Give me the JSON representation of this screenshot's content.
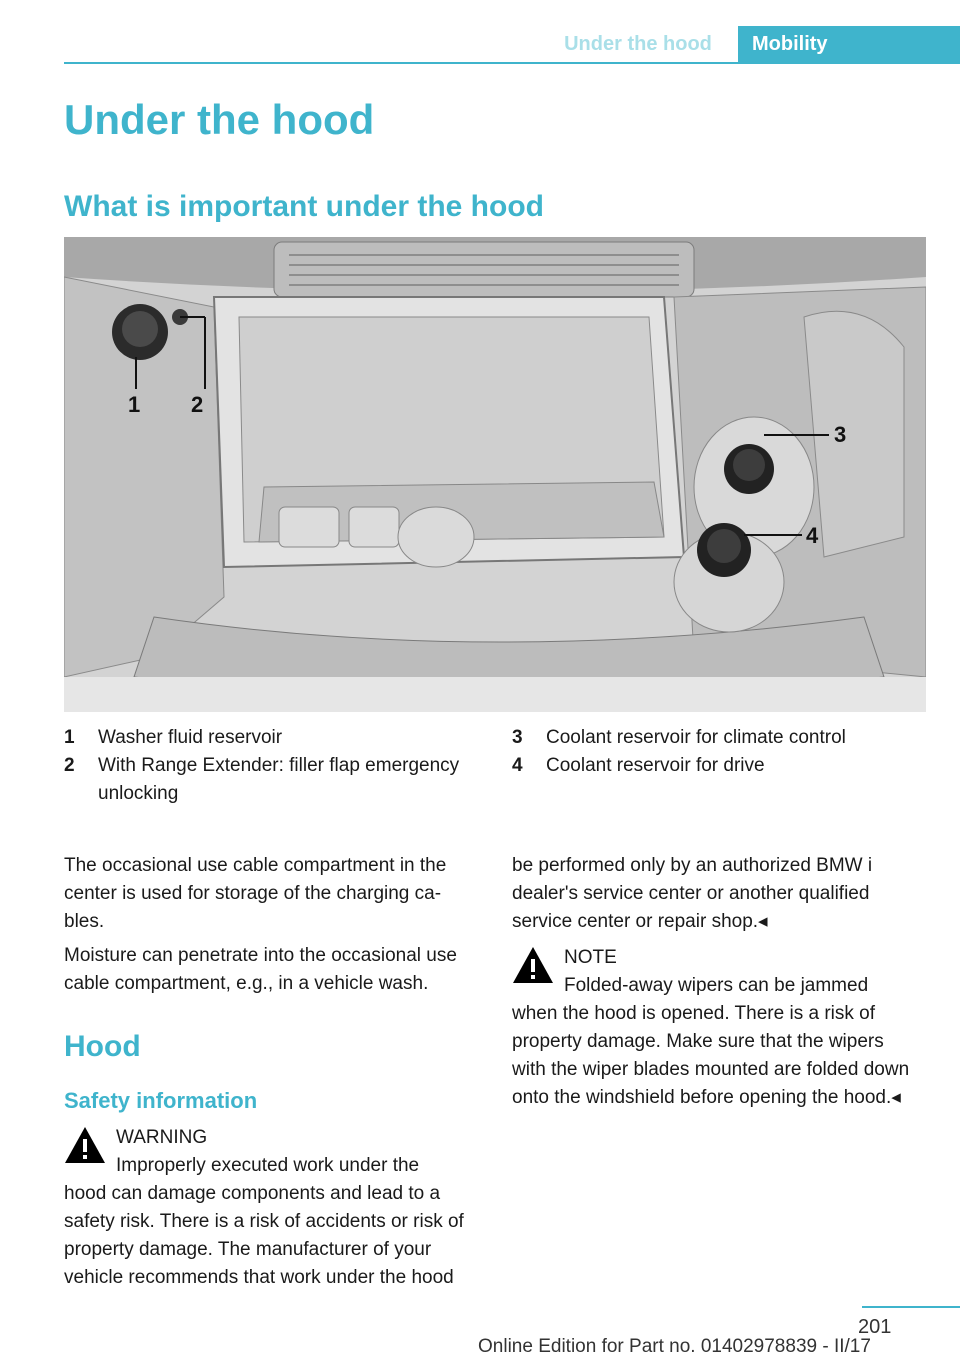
{
  "header": {
    "section_tab": "Under the hood",
    "chapter_tab": "Mobility"
  },
  "title": "Under the hood",
  "subtitle": "What is important under the hood",
  "figure": {
    "callouts": [
      "1",
      "2",
      "3",
      "4"
    ]
  },
  "legend": [
    {
      "num": "1",
      "text": "Washer fluid reservoir"
    },
    {
      "num": "2",
      "text": "With Range Extender: filler flap emergency unlocking"
    },
    {
      "num": "3",
      "text": "Coolant reservoir for climate control"
    },
    {
      "num": "4",
      "text": "Coolant reservoir for drive"
    }
  ],
  "left_column": {
    "para1": "The occasional use cable compartment in the center is used for storage of the charging ca‐ bles.",
    "para2": "Moisture can penetrate into the occasional use cable compartment, e.g., in a vehicle wash.",
    "section_heading": "Hood",
    "subsection_heading": "Safety information",
    "warning_label": "WARNING",
    "warning_lead": "Improperly executed work under the",
    "warning_body": "hood can damage components and lead to a safety risk. There is a risk of accidents or risk of property damage. The manufacturer of your vehicle recommends that work under the hood"
  },
  "right_column": {
    "continuation": "be performed only by an authorized BMW i dealer's service center or another qualified service center or repair shop.◂",
    "note_label": "NOTE",
    "note_lead": "Folded-away wipers can be jammed",
    "note_body": "when the hood is opened. There is a risk of property damage. Make sure that the wipers with the wiper blades mounted are folded down onto the windshield before opening the hood.◂"
  },
  "page_number": "201",
  "footer": "Online Edition for Part no. 01402978839 - II/17"
}
